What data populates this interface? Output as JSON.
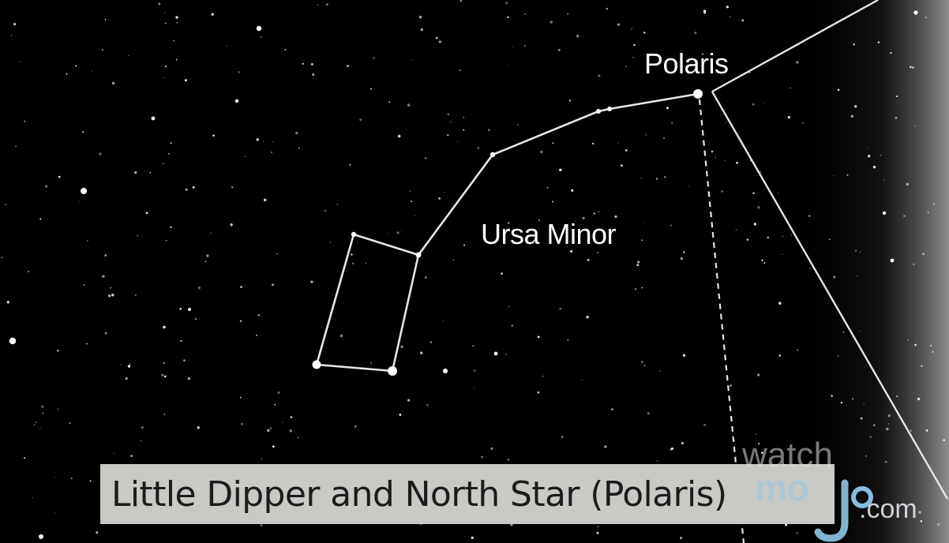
{
  "scene": {
    "polaris_label": "Polaris",
    "constellation_label": "Ursa Minor",
    "caption": "Little Dipper and North Star (Polaris)",
    "watermark": {
      "watch": "watch",
      "mojo": "mojo",
      "com": ".com"
    },
    "colors": {
      "sky": "#000000",
      "star": "#ffffff",
      "constellation_line": "#e6e6e6",
      "caption_background": "#c9cac6",
      "caption_text": "#1c1c1c",
      "watermark_blue": "#8fc6e6"
    }
  }
}
